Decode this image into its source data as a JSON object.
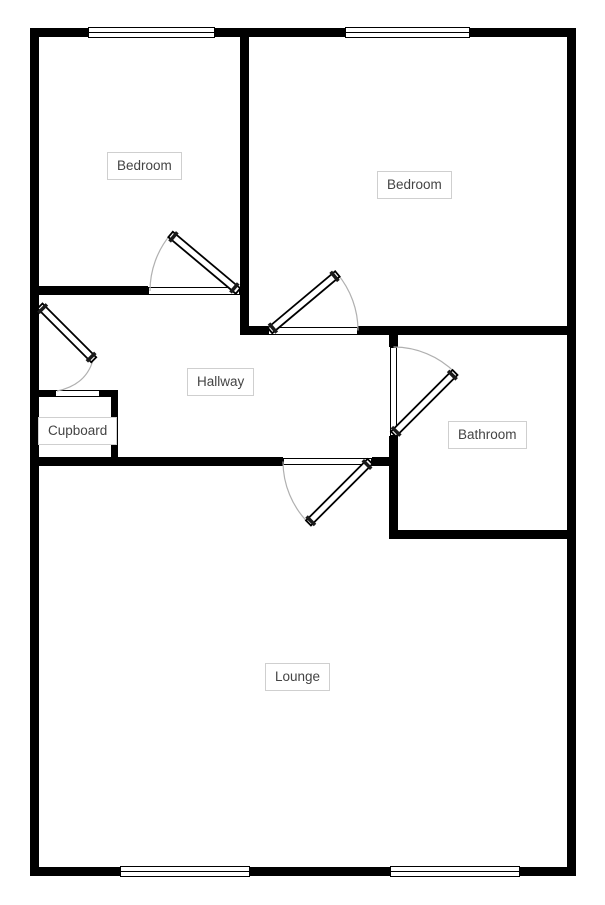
{
  "floorplan": {
    "rooms": [
      {
        "id": "bedroom-1",
        "label": "Bedroom"
      },
      {
        "id": "bedroom-2",
        "label": "Bedroom"
      },
      {
        "id": "hallway",
        "label": "Hallway"
      },
      {
        "id": "cupboard",
        "label": "Cupboard"
      },
      {
        "id": "bathroom",
        "label": "Bathroom"
      },
      {
        "id": "lounge",
        "label": "Lounge"
      }
    ],
    "colors": {
      "wall": "#000000",
      "door_arc": "#b0b0b0",
      "label_border": "#cfcfcf",
      "label_text": "#444444",
      "background": "#ffffff"
    }
  }
}
